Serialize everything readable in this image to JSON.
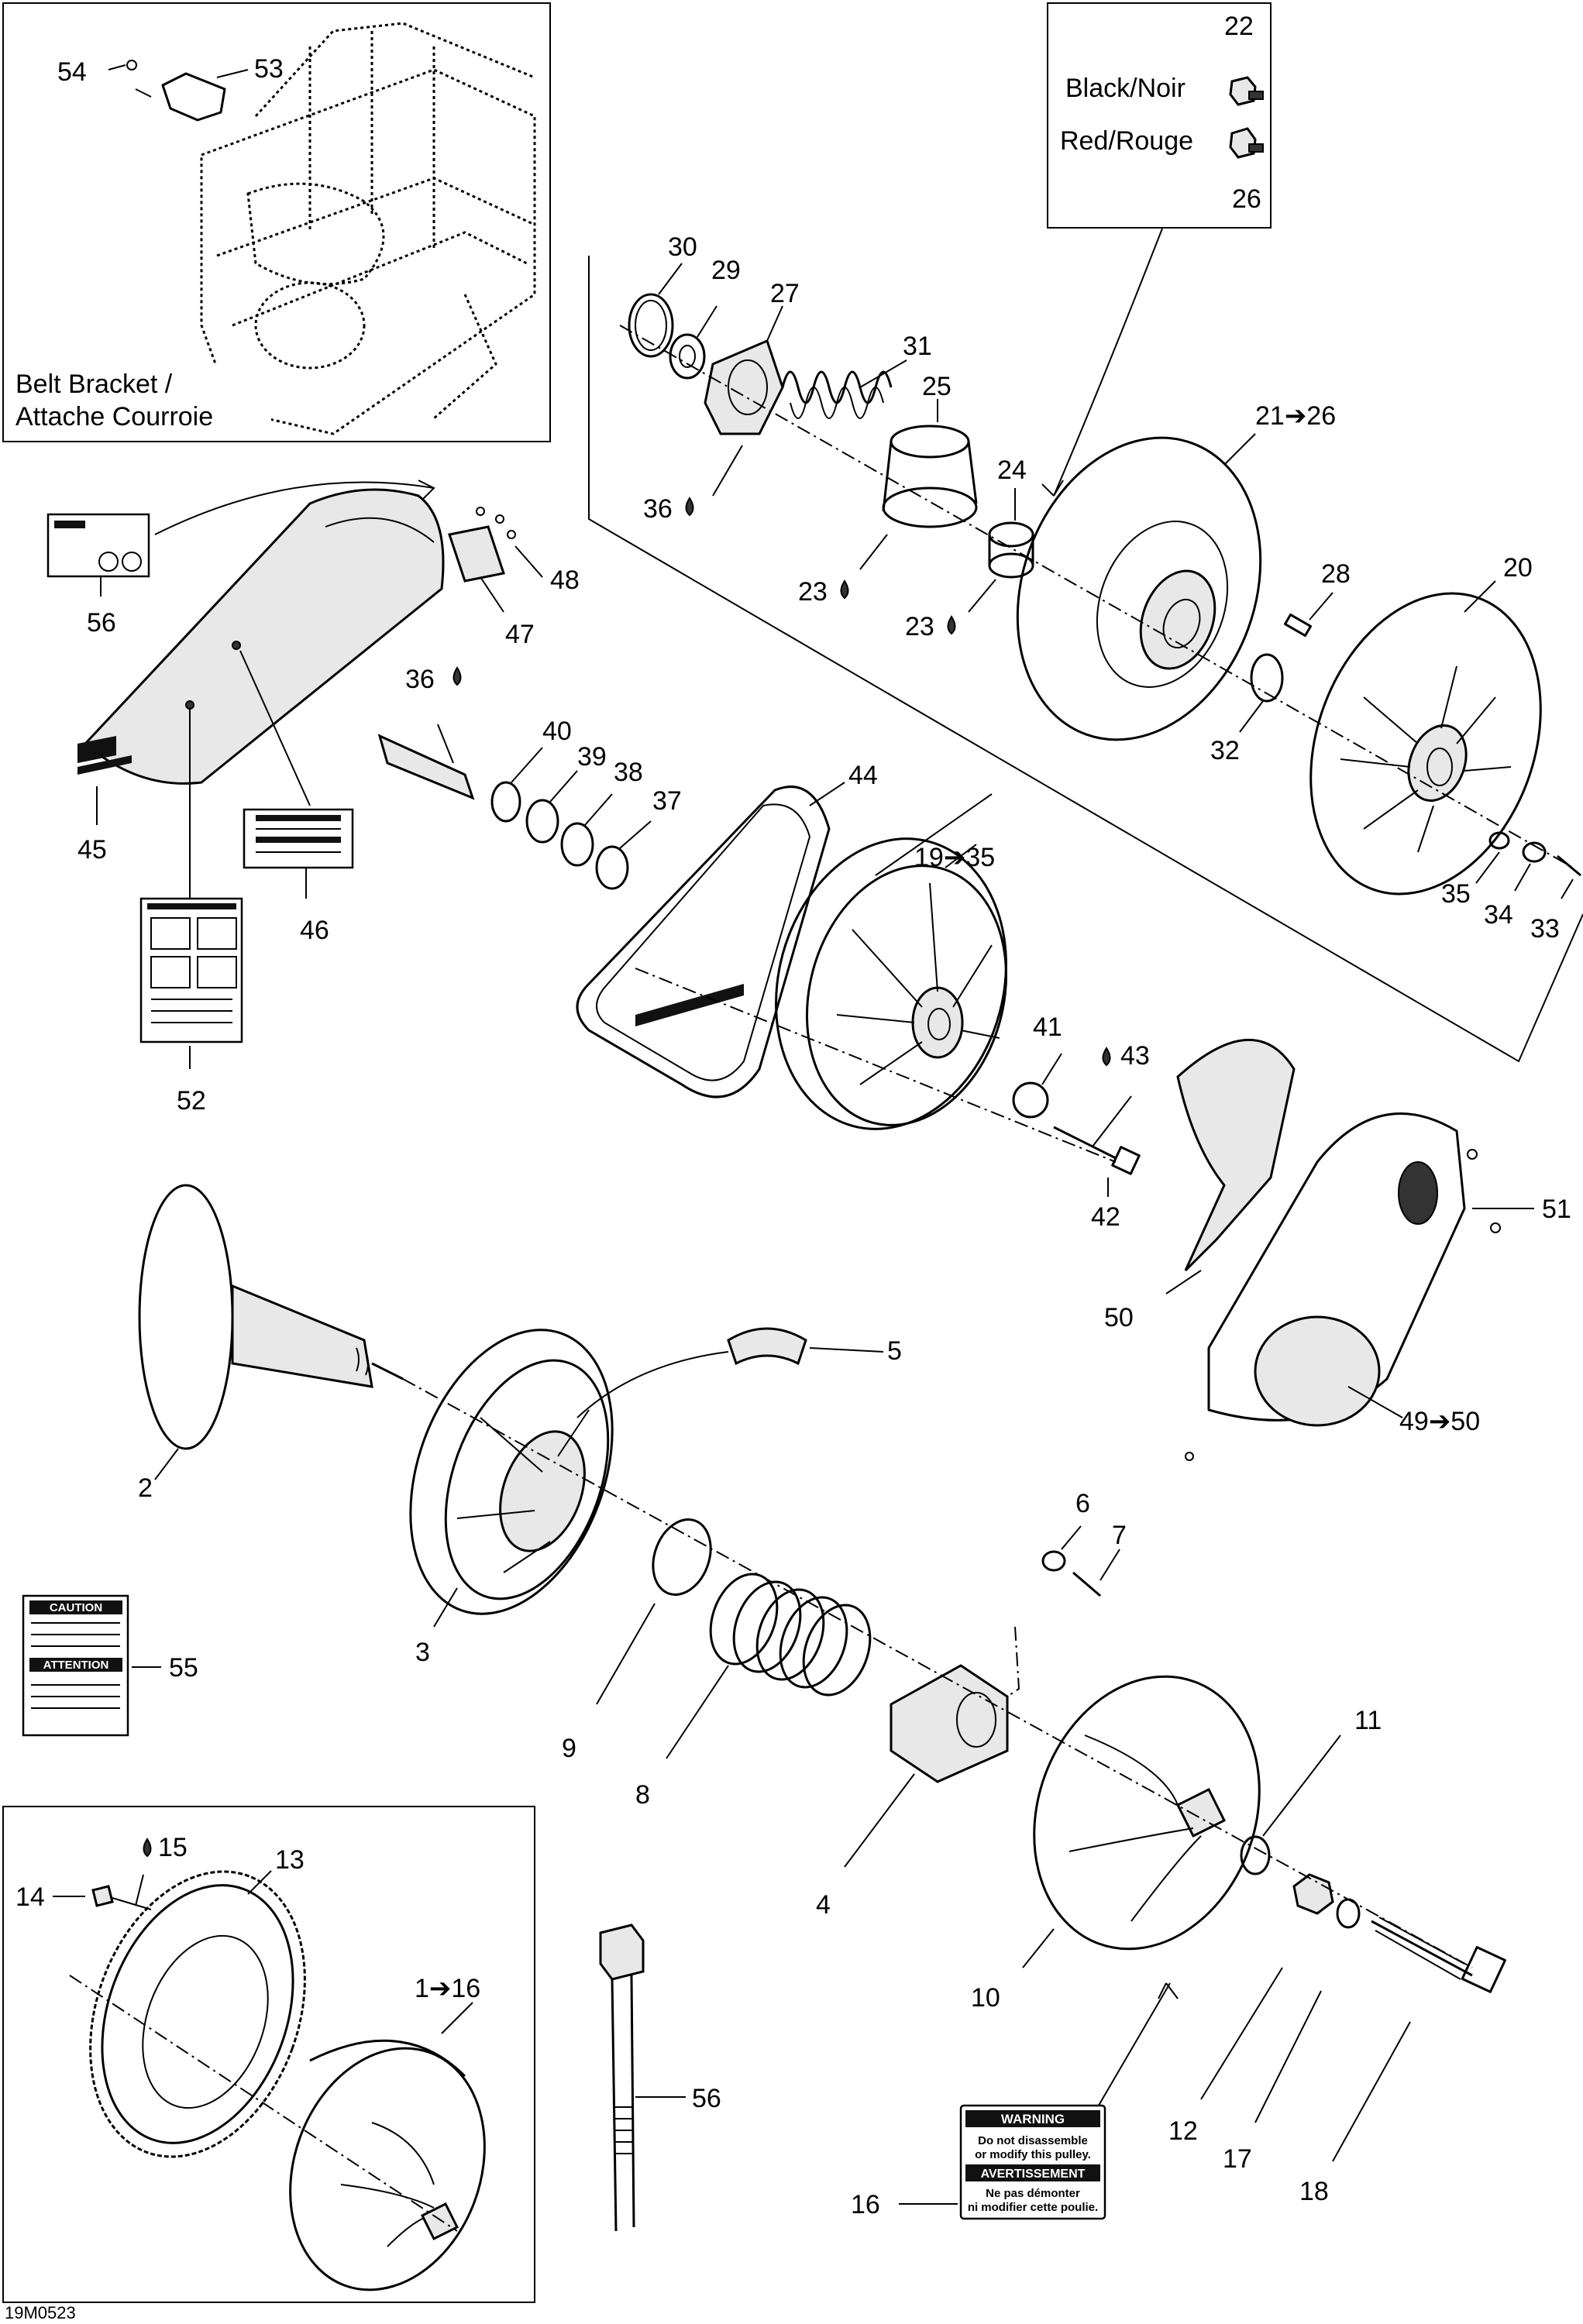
{
  "inset_belt_bracket": {
    "title_line1": "Belt Bracket /",
    "title_line2": "Attache Courroie",
    "labels": [
      "54",
      "53"
    ]
  },
  "inset_color_codes": {
    "top_number": "22",
    "black_label": "Black/Noir",
    "red_label": "Red/Rouge",
    "bottom_number": "26"
  },
  "callouts": {
    "c1_16": "1➔16",
    "c2": "2",
    "c3": "3",
    "c4": "4",
    "c5": "5",
    "c6": "6",
    "c7": "7",
    "c8": "8",
    "c9": "9",
    "c10": "10",
    "c11": "11",
    "c12": "12",
    "c13": "13",
    "c14": "14",
    "c15": "15",
    "c16": "16",
    "c17": "17",
    "c18": "18",
    "c19_35": "19➔35",
    "c20": "20",
    "c21_26": "21➔26",
    "c23a": "23",
    "c23b": "23",
    "c24": "24",
    "c25": "25",
    "c27": "27",
    "c28": "28",
    "c29": "29",
    "c30": "30",
    "c31": "31",
    "c32": "32",
    "c33": "33",
    "c34": "34",
    "c35": "35",
    "c36a": "36",
    "c36b": "36",
    "c37": "37",
    "c38": "38",
    "c39": "39",
    "c40": "40",
    "c41": "41",
    "c42": "42",
    "c43": "43",
    "c44": "44",
    "c45": "45",
    "c46": "46",
    "c47": "47",
    "c48": "48",
    "c49_50": "49➔50",
    "c50": "50",
    "c51": "51",
    "c52": "52",
    "c55": "55",
    "c56a": "56",
    "c56b": "56"
  },
  "decals": {
    "warning_title": "WARNING",
    "warning_line1": "Do not disassemble",
    "warning_line2": "or modify this pulley.",
    "avertissement_title": "AVERTISSEMENT",
    "avert_line1": "Ne pas démonter",
    "avert_line2": "ni modifier cette poulie.",
    "caution_title": "CAUTION",
    "attention_title": "ATTENTION"
  },
  "figure_code": "19M0523",
  "icons": [
    "lubricant-drop-icon",
    "arrow-right-icon"
  ]
}
